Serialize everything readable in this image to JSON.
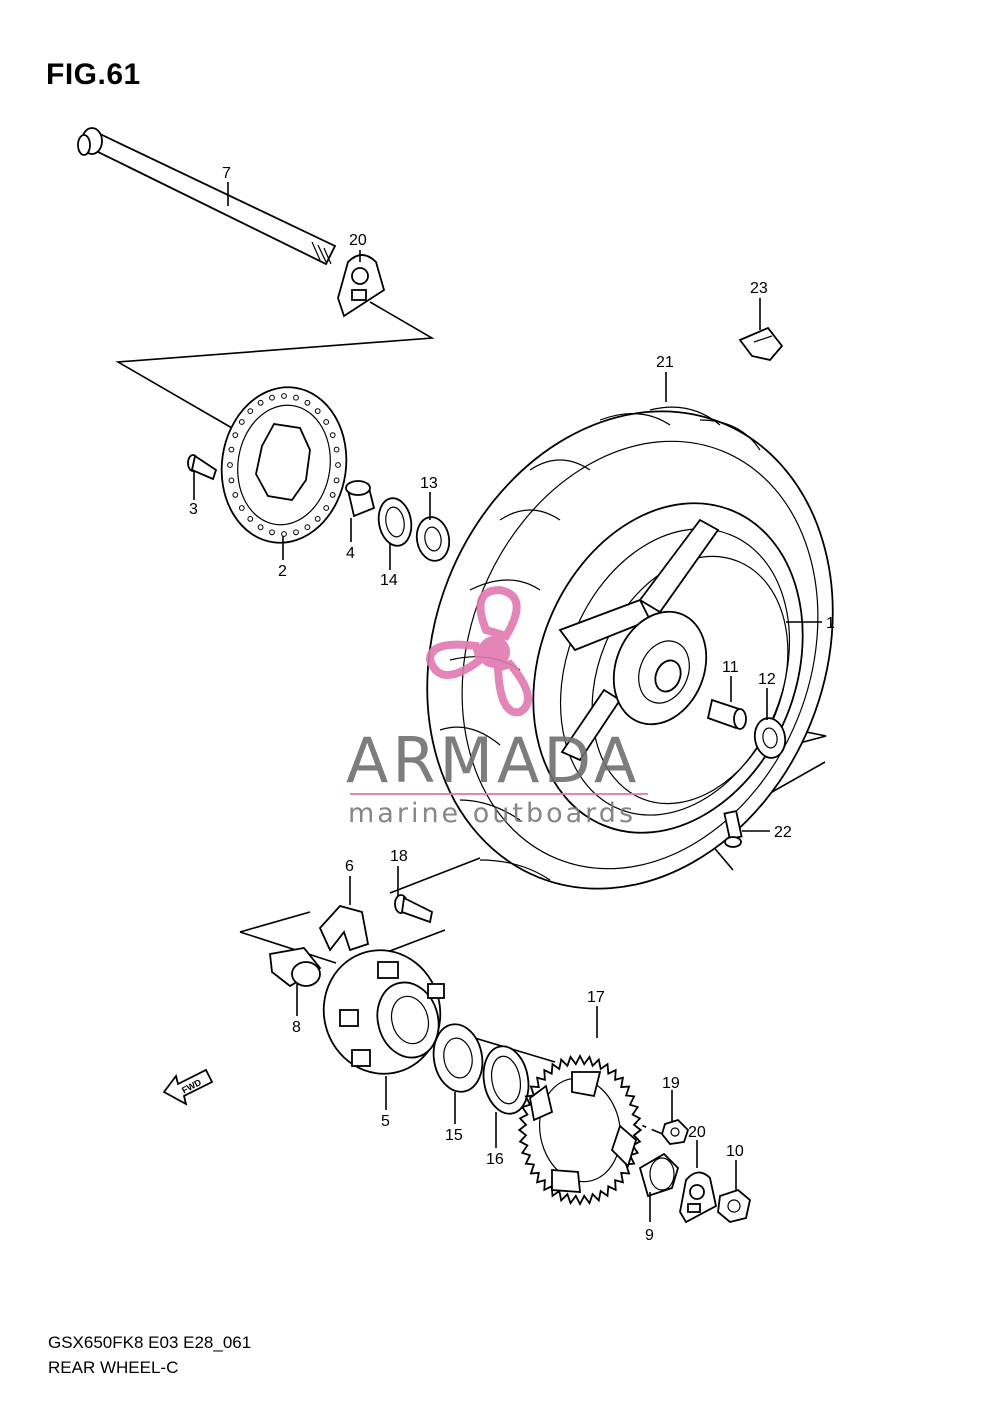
{
  "figure": {
    "title": "FIG.61"
  },
  "callouts": [
    {
      "id": "c1",
      "label": "1"
    },
    {
      "id": "c2",
      "label": "2"
    },
    {
      "id": "c3",
      "label": "3"
    },
    {
      "id": "c4",
      "label": "4"
    },
    {
      "id": "c5",
      "label": "5"
    },
    {
      "id": "c6",
      "label": "6"
    },
    {
      "id": "c7",
      "label": "7"
    },
    {
      "id": "c8",
      "label": "8"
    },
    {
      "id": "c9",
      "label": "9"
    },
    {
      "id": "c10",
      "label": "10"
    },
    {
      "id": "c11",
      "label": "11"
    },
    {
      "id": "c12",
      "label": "12"
    },
    {
      "id": "c13",
      "label": "13"
    },
    {
      "id": "c14",
      "label": "14"
    },
    {
      "id": "c15",
      "label": "15"
    },
    {
      "id": "c16",
      "label": "16"
    },
    {
      "id": "c17",
      "label": "17"
    },
    {
      "id": "c18",
      "label": "18"
    },
    {
      "id": "c19",
      "label": "19"
    },
    {
      "id": "c20a",
      "label": "20"
    },
    {
      "id": "c20b",
      "label": "20"
    },
    {
      "id": "c21",
      "label": "21"
    },
    {
      "id": "c22",
      "label": "22"
    },
    {
      "id": "c23",
      "label": "23"
    }
  ],
  "fwd_arrow": {
    "label": "FWD"
  },
  "watermark": {
    "brand": "ARMADA",
    "tagline": "marine outboards",
    "logo_color": "#e07ab0"
  },
  "footer": {
    "model": "GSX650FK8 E03 E28_061",
    "section": "REAR WHEEL-C"
  }
}
